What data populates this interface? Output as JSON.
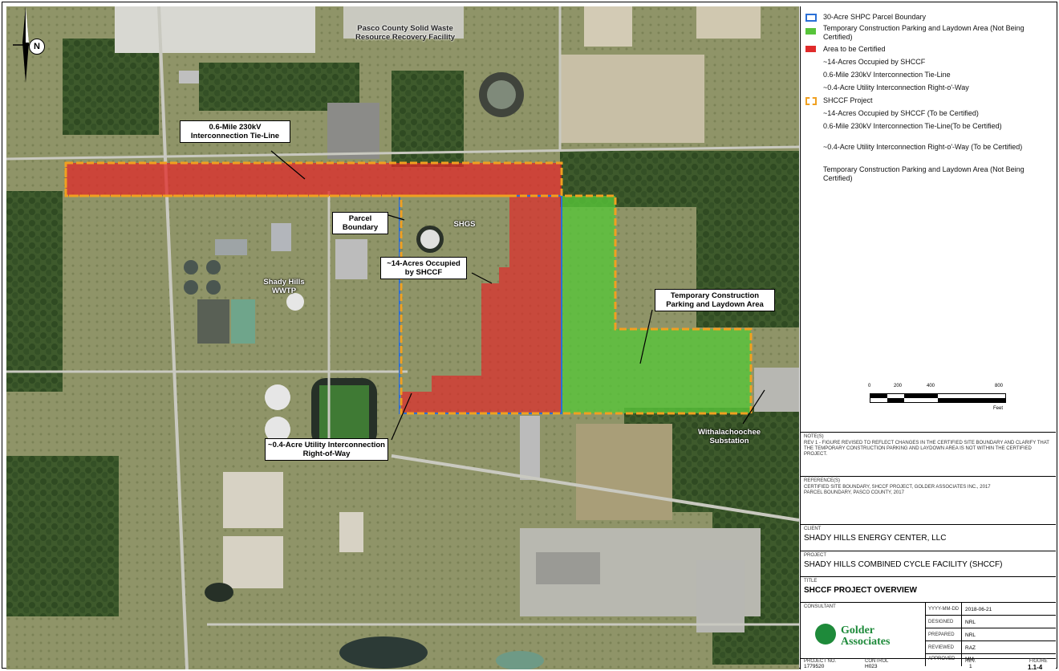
{
  "map_labels": {
    "pasco": "Pasco County Solid Waste Resource Recovery Facility",
    "tieline": "0.6-Mile 230kV Interconnection Tie-Line",
    "parcel": "Parcel Boundary",
    "shgs": "SHGS",
    "occupied": "~14-Acres Occupied by SHCCF",
    "shady_wwtp": "Shady Hills WWTP",
    "temp_area": "Temporary Construction Parking and Laydown Area",
    "row": "~0.4-Acre Utility Interconnection Right-of-Way",
    "withla": "Withalachoochee Substation",
    "north": "N"
  },
  "legend": {
    "items": [
      {
        "label": "30-Acre SHPC Parcel Boundary"
      },
      {
        "label": "Temporary Construction Parking and Laydown Area (Not Being Certified)"
      },
      {
        "label": "Area to be Certified"
      },
      {
        "label": "~14-Acres Occupied by SHCCF"
      },
      {
        "label": "0.6-Mile 230kV Interconnection Tie-Line"
      },
      {
        "label": "~0.4-Acre Utility Interconnection Right-o'-Way"
      },
      {
        "label": "SHCCF Project"
      },
      {
        "label": "~14-Acres Occupied by SHCCF (To be Certified)"
      },
      {
        "label": "0.6-Mile 230kV Interconnection Tie-Line(To be Certified)"
      },
      {
        "label": "~0.4-Acre Utility Interconnection Right-o'-Way (To be Certified)"
      },
      {
        "label": "Temporary Construction Parking and Laydown Area (Not Being Certified)"
      }
    ],
    "colors": {
      "parcel": "#2a6fd6",
      "temp": "#57c43a",
      "certified": "#e02a2a",
      "project": "#f0a020"
    }
  },
  "scale": {
    "ticks": [
      "0",
      "200",
      "400",
      "800"
    ],
    "unit": "Feet"
  },
  "notes": {
    "heading": "NOTE(S)",
    "text": "REV 1 - FIGURE REVISED TO REFLECT CHANGES IN THE CERTIFIED SITE BOUNDARY AND CLARIFY THAT THE TEMPORARY CONSTRUCTION PARKING AND LAYDOWN AREA IS NOT WITHIN THE CERTIFIED PROJECT."
  },
  "references": {
    "heading": "REFERENCE(S)",
    "line1": "CERTIFIED SITE BOUNDARY, SHCCF PROJECT, GOLDER ASSOCIATES INC., 2017",
    "line2": "PARCEL BOUNDARY, PASCO COUNTY, 2017"
  },
  "client": {
    "label": "CLIENT",
    "value": "SHADY HILLS ENERGY CENTER, LLC"
  },
  "project": {
    "label": "PROJECT",
    "value": "SHADY HILLS COMBINED CYCLE FACILITY (SHCCF)"
  },
  "title": {
    "label": "TITLE",
    "value": "SHCCF PROJECT OVERVIEW"
  },
  "consultant": {
    "label": "CONSULTANT",
    "logo_text": "Golder Associates",
    "rows": [
      {
        "k": "YYYY-MM-DD",
        "v": "2018-06-21"
      },
      {
        "k": "DESIGNED",
        "v": "NRL"
      },
      {
        "k": "PREPARED",
        "v": "NRL"
      },
      {
        "k": "REVIEWED",
        "v": "RAZ"
      },
      {
        "k": "APPROVED",
        "v": "MM"
      }
    ]
  },
  "footer": {
    "project_no_label": "PROJECT NO.",
    "project_no": "1779520",
    "control_label": "CONTROL",
    "control": "H023",
    "rev_label": "REV.",
    "rev": "1",
    "figure_label": "FIGURE",
    "figure": "1.1-4"
  }
}
